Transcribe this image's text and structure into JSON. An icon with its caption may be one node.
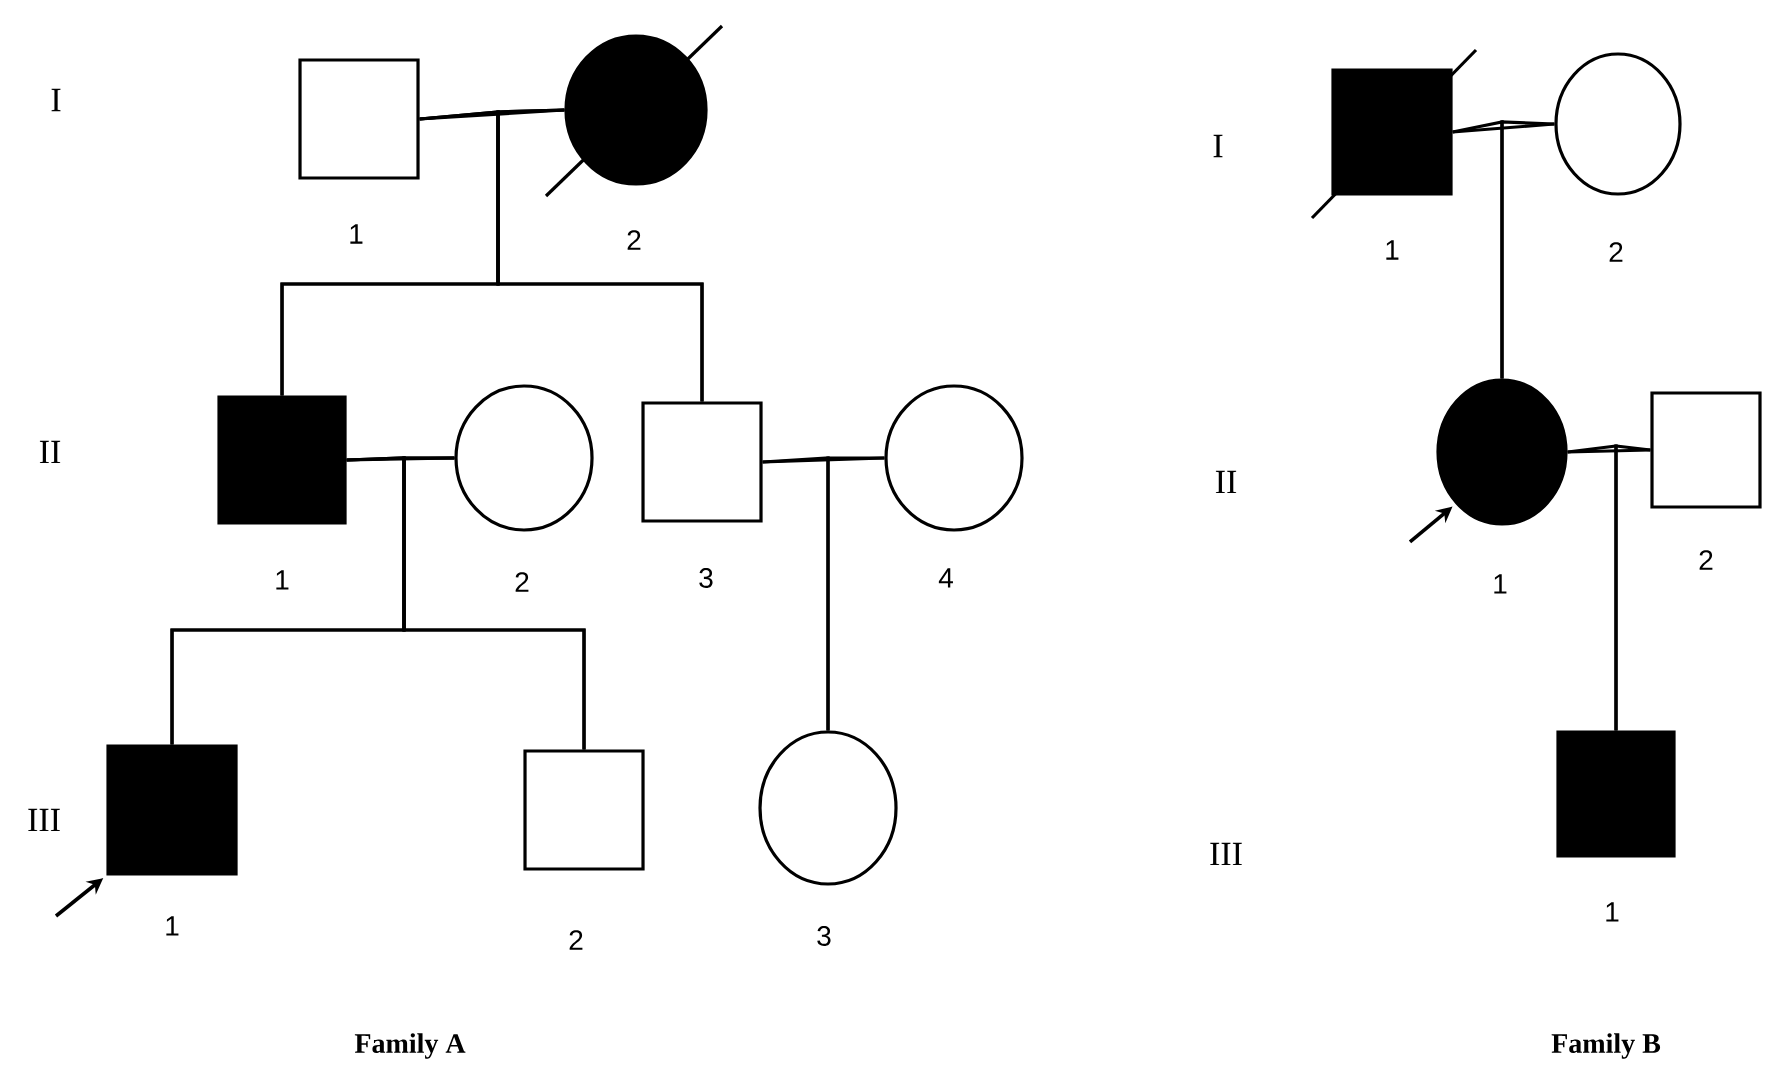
{
  "diagram": {
    "nodes": [
      {
        "text": [],
        "shape": "box",
        "beside": [
          "1"
        ]
      },
      {
        "text": [],
        "shape": "circle",
        "beside": [
          "2"
        ]
      },
      {
        "text": [],
        "shape": "box",
        "beside": [
          "1"
        ]
      },
      {
        "text": [],
        "shape": "circle",
        "beside": [
          "2"
        ]
      },
      {
        "text": [],
        "shape": "box",
        "beside": [
          "3"
        ]
      },
      {
        "text": [],
        "shape": "circle",
        "beside": [
          "4"
        ]
      },
      {
        "text": [],
        "shape": "box",
        "beside": [
          "1"
        ]
      },
      {
        "text": [],
        "shape": "box",
        "beside": [
          "2"
        ]
      },
      {
        "text": [],
        "shape": "circle",
        "beside": [
          "3"
        ]
      },
      {
        "text": [],
        "shape": "box",
        "beside": [
          "1"
        ]
      },
      {
        "text": [],
        "shape": "circle",
        "beside": [
          "2"
        ]
      },
      {
        "text": [],
        "shape": "circle",
        "beside": [
          "1"
        ]
      },
      {
        "text": [],
        "shape": "box",
        "beside": [
          "2"
        ]
      },
      {
        "text": [],
        "shape": "box",
        "beside": [
          "1"
        ]
      }
    ],
    "edges": [
      {
        "from": 0,
        "to": 1,
        "arrow": "none"
      },
      {
        "from": 2,
        "to": 3,
        "arrow": "none"
      },
      {
        "from": 4,
        "to": 5,
        "arrow": "none"
      },
      {
        "from": 9,
        "to": 10,
        "arrow": "none"
      },
      {
        "from": 11,
        "to": 12,
        "arrow": "none"
      },
      {
        "from": 0,
        "to": 2,
        "arrow": "none"
      },
      {
        "from": 1,
        "to": 2,
        "arrow": "none"
      },
      {
        "from": 0,
        "to": 4,
        "arrow": "none"
      },
      {
        "from": 1,
        "to": 4,
        "arrow": "none"
      },
      {
        "from": 2,
        "to": 6,
        "arrow": "none"
      },
      {
        "from": 3,
        "to": 6,
        "arrow": "none"
      },
      {
        "from": 2,
        "to": 7,
        "arrow": "none"
      },
      {
        "from": 3,
        "to": 7,
        "arrow": "none"
      },
      {
        "from": 4,
        "to": 8,
        "arrow": "none"
      },
      {
        "from": 5,
        "to": 8,
        "arrow": "none"
      },
      {
        "from": 9,
        "to": 11,
        "arrow": "none"
      },
      {
        "from": 10,
        "to": 11,
        "arrow": "none"
      },
      {
        "from": 11,
        "to": 13,
        "arrow": "none"
      },
      {
        "from": 12,
        "to": 13,
        "arrow": "none"
      },
      {
        "from": null,
        "to": 6,
        "arrow": "to"
      },
      {
        "from": null,
        "to": 11,
        "arrow": "to"
      }
    ],
    "labels": [
      "I",
      "II",
      "III",
      "Family A",
      "I",
      "II",
      "III",
      "Family B"
    ]
  }
}
